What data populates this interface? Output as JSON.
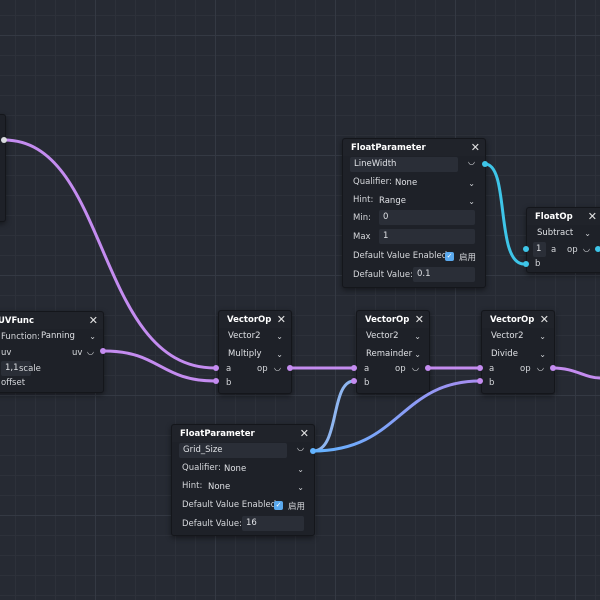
{
  "colors": {
    "purple_wire": "#c48cf0",
    "cyan_wire": "#3ec5e8",
    "canvas": "#262a33",
    "node_bg": "#1e2128"
  },
  "icons": {
    "close": "close-icon",
    "chevron": "chevron-down-icon",
    "port": "port-dot",
    "check": "checkbox-check-icon",
    "curve": "curve-glyph-icon"
  },
  "glyphs": {
    "close": "✕",
    "chevron": "⌄",
    "curve": "◡",
    "check": "✓"
  },
  "uvfunc": {
    "title": "UVFunc",
    "function_label": "Function:",
    "function_value": "Panning",
    "uv_in": "uv",
    "uv_out": "uv",
    "scale_value": "1,1",
    "scale_label": "scale",
    "offset_label": "offset"
  },
  "floatparam_top": {
    "title": "FloatParameter",
    "name_value": "LineWidth",
    "qualifier_label": "Qualifier:",
    "qualifier_value": "None",
    "hint_label": "Hint:",
    "hint_value": "Range",
    "min_label": "Min:",
    "min_value": "0",
    "max_label": "Max",
    "max_value": "1",
    "default_enabled_label": "Default Value Enabled:",
    "enabled_text": "启用",
    "default_value_label": "Default Value:",
    "default_value": "0.1"
  },
  "floatop": {
    "title": "FloatOp",
    "op_value": "Subtract",
    "a_label": "a",
    "a_value": "1",
    "op_label": "op",
    "b_label": "b"
  },
  "vectorop1": {
    "title": "VectorOp",
    "type_value": "Vector2",
    "op_value": "Multiply",
    "a_label": "a",
    "op_label": "op",
    "b_label": "b"
  },
  "vectorop2": {
    "title": "VectorOp",
    "type_value": "Vector2",
    "op_value": "Remainder",
    "a_label": "a",
    "op_label": "op",
    "b_label": "b"
  },
  "vectorop3": {
    "title": "VectorOp",
    "type_value": "Vector2",
    "op_value": "Divide",
    "a_label": "a",
    "op_label": "op",
    "b_label": "b"
  },
  "floatparam_bottom": {
    "title": "FloatParameter",
    "name_value": "Grid_Size",
    "qualifier_label": "Qualifier:",
    "qualifier_value": "None",
    "hint_label": "Hint:",
    "hint_value": "None",
    "default_enabled_label": "Default Value Enabled:",
    "enabled_text": "启用",
    "default_value_label": "Default Value:",
    "default_value": "16"
  }
}
